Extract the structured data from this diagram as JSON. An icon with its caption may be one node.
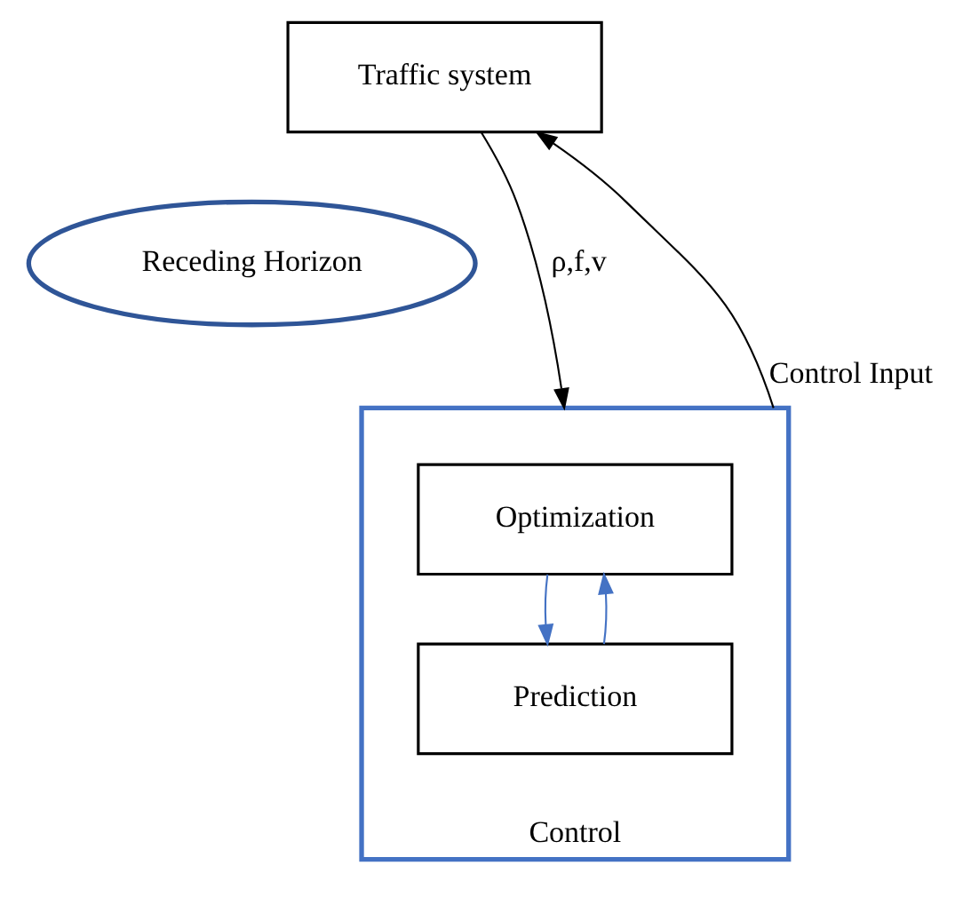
{
  "diagram": {
    "nodes": [
      {
        "text": [
          "Traffic system"
        ]
      },
      {
        "text": [
          "Receding Horizon"
        ]
      },
      {
        "text": [
          "Control"
        ]
      },
      {
        "text": [
          "Optimization"
        ],
        "in": 2
      },
      {
        "text": [
          "Prediction"
        ],
        "in": 2
      }
    ],
    "edges": [
      {
        "from": 0,
        "to": 2,
        "arrow": "to",
        "label": "ρ,f,v"
      },
      {
        "from": 2,
        "to": 0,
        "arrow": "to",
        "label": "Control Input"
      },
      {
        "from": 4,
        "to": 3,
        "arrow": "to",
        "color": "#4472c4"
      },
      {
        "from": 3,
        "to": 4,
        "arrow": "to",
        "color": "#4472c4"
      }
    ]
  }
}
